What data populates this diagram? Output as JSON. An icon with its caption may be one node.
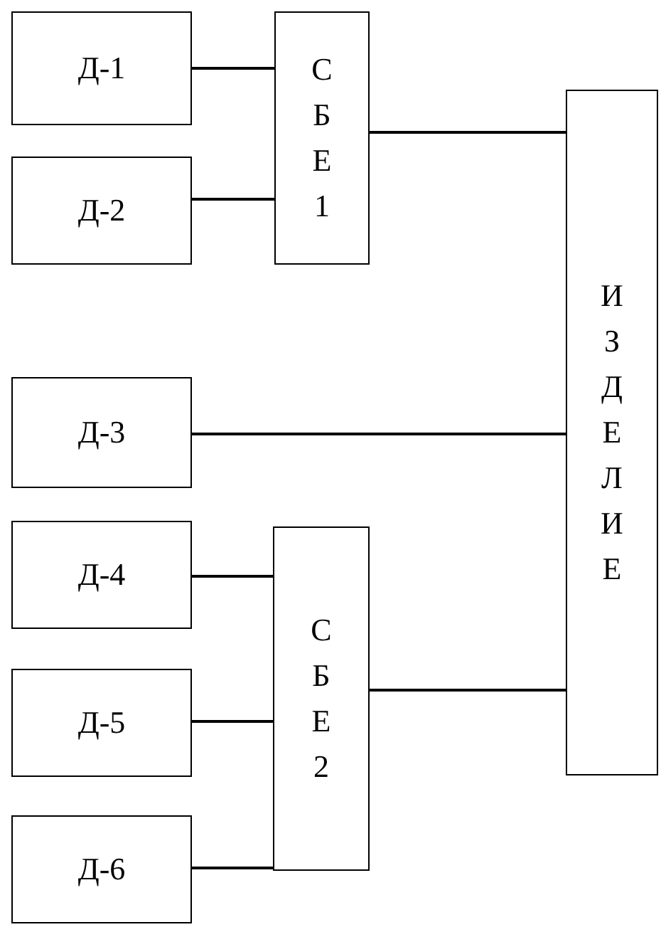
{
  "diagram": {
    "nodes": [
      {
        "text": [
          "Д-1"
        ]
      },
      {
        "text": [
          "Д-2"
        ]
      },
      {
        "text": [
          "СБЕ 1"
        ]
      },
      {
        "text": [
          "ИЗДЕЛИЕ"
        ]
      },
      {
        "text": [
          "Д-3"
        ]
      },
      {
        "text": [
          "Д-4"
        ]
      },
      {
        "text": [
          "СБЕ 2"
        ]
      },
      {
        "text": [
          "Д-5"
        ]
      },
      {
        "text": [
          "Д-6"
        ]
      }
    ],
    "edges": [
      {
        "from": 0,
        "to": 2,
        "arrow": "none"
      },
      {
        "from": 1,
        "to": 2,
        "arrow": "none"
      },
      {
        "from": 2,
        "to": 3,
        "arrow": "none"
      },
      {
        "from": 4,
        "to": 3,
        "arrow": "none"
      },
      {
        "from": 5,
        "to": 6,
        "arrow": "none"
      },
      {
        "from": 7,
        "to": 6,
        "arrow": "none"
      },
      {
        "from": 8,
        "to": 6,
        "arrow": "none"
      },
      {
        "from": 6,
        "to": 3,
        "arrow": "none"
      }
    ]
  }
}
